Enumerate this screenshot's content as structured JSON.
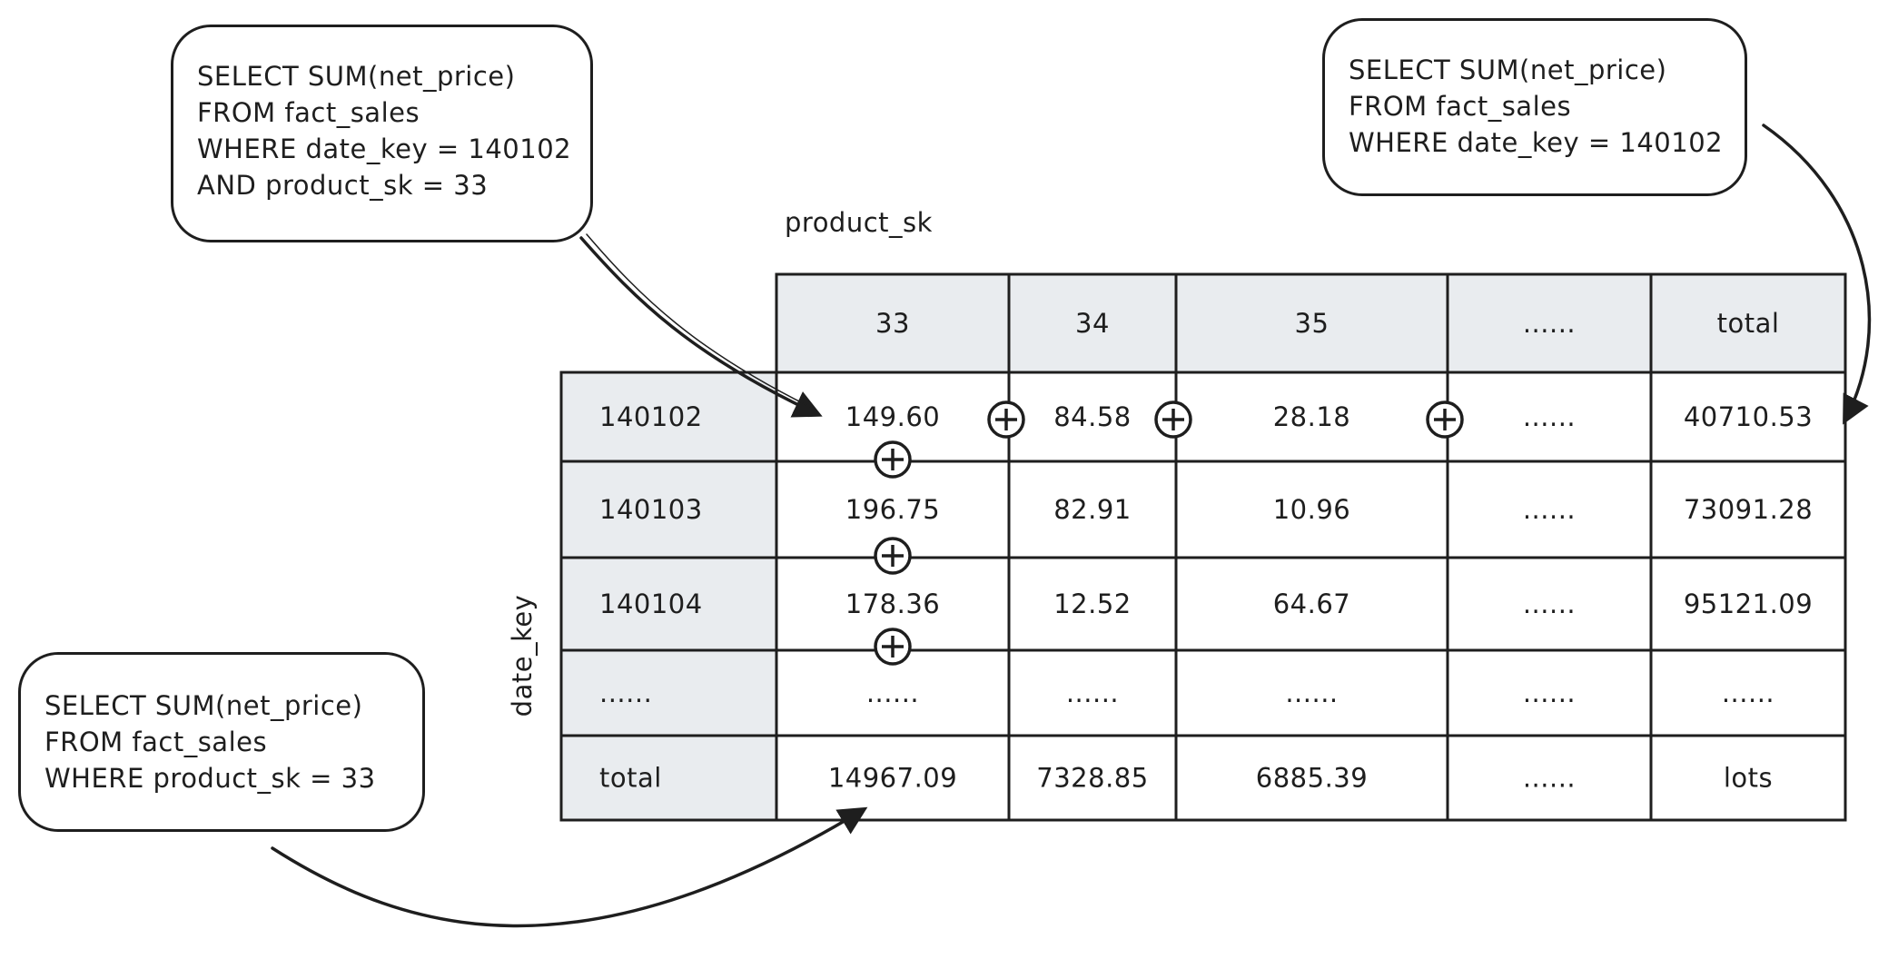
{
  "query_cell": {
    "lines": [
      "SELECT SUM(net_price)",
      "FROM fact_sales",
      "WHERE date_key = 140102",
      "AND product_sk = 33"
    ]
  },
  "query_row_total": {
    "lines": [
      "SELECT SUM(net_price)",
      "FROM fact_sales",
      "WHERE date_key = 140102"
    ]
  },
  "query_column_total": {
    "lines": [
      "SELECT SUM(net_price)",
      "FROM fact_sales",
      "WHERE product_sk = 33"
    ]
  },
  "axis": {
    "column_dimension": "product_sk",
    "row_dimension": "date_key"
  },
  "table": {
    "column_headers": [
      "33",
      "34",
      "35",
      "......",
      "total"
    ],
    "rows": [
      {
        "key": "140102",
        "values": [
          "149.60",
          "84.58",
          "28.18",
          "......",
          "40710.53"
        ]
      },
      {
        "key": "140103",
        "values": [
          "196.75",
          "82.91",
          "10.96",
          "......",
          "73091.28"
        ]
      },
      {
        "key": "140104",
        "values": [
          "178.36",
          "12.52",
          "64.67",
          "......",
          "95121.09"
        ]
      },
      {
        "key": "......",
        "values": [
          "......",
          "......",
          "......",
          "......",
          "......"
        ]
      },
      {
        "key": "total",
        "values": [
          "14967.09",
          "7328.85",
          "6885.39",
          "......",
          "lots"
        ]
      }
    ]
  },
  "colors": {
    "header_fill": "#e9ecef",
    "stroke": "#1e1e1e"
  }
}
